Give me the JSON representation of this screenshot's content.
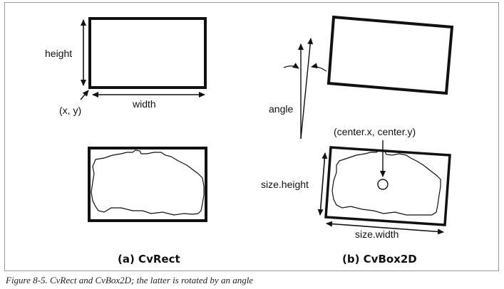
{
  "diagram": {
    "left_panel": {
      "labels": {
        "height": "height",
        "width": "width",
        "origin": "(x, y)"
      },
      "caption": "(a) CvRect"
    },
    "right_panel": {
      "labels": {
        "angle": "angle",
        "center": "(center.x, center.y)",
        "size_height": "size.height",
        "size_width": "size.width"
      },
      "caption": "(b) CvBox2D"
    },
    "figure_note": "Figure 8-5. CvRect and CvBox2D; the latter is rotated by an angle"
  }
}
